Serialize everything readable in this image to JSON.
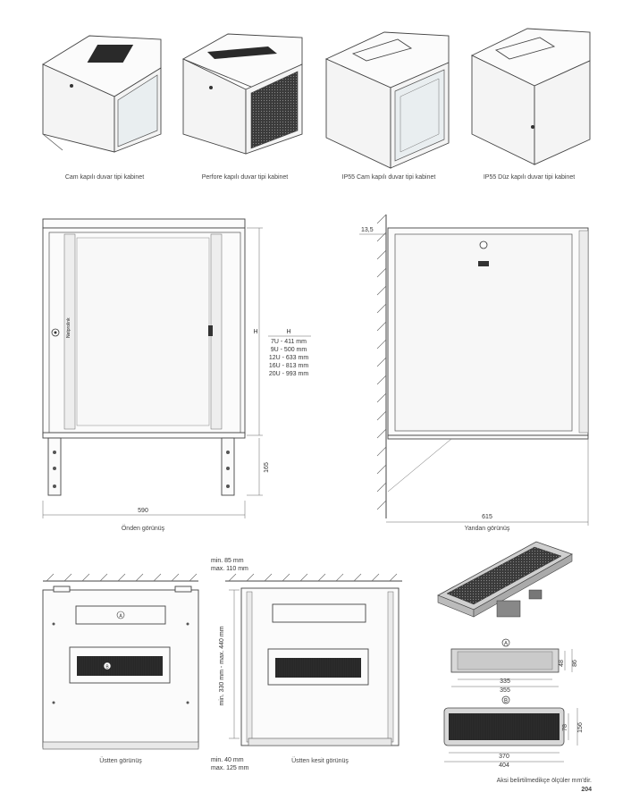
{
  "top_products": [
    {
      "caption": "Cam kapılı duvar tipi kabinet"
    },
    {
      "caption": "Perfore kapılı duvar tipi kabinet"
    },
    {
      "caption": "IP55 Cam kapılı duvar tipi kabinet"
    },
    {
      "caption": "IP55 Düz kapılı duvar tipi kabinet"
    }
  ],
  "front_view": {
    "caption": "Önden görünüş",
    "width_dim": "590",
    "height_label": "H",
    "bracket_dim": "165",
    "brand": "Netprolink",
    "table": {
      "header": "H",
      "rows": [
        "7U - 411 mm",
        "9U - 500 mm",
        "12U - 633 mm",
        "16U - 813 mm",
        "20U - 993 mm"
      ]
    }
  },
  "side_view": {
    "caption": "Yandan görünüş",
    "depth_dim": "615",
    "offset_dim": "13,5"
  },
  "top_view": {
    "caption": "Üstten görünüş",
    "marker_a": "A",
    "marker_b": "B"
  },
  "section_view": {
    "caption": "Üstten kesit görünüş",
    "min_top": "min. 85 mm",
    "max_top": "max. 110 mm",
    "range_vertical": "min. 330 mm - max. 440 mm",
    "min_bottom": "min. 40 mm",
    "max_bottom": "max. 125 mm"
  },
  "details": {
    "a": {
      "marker": "A",
      "inner": "335",
      "outer": "355",
      "h_inner": "48",
      "h_outer": "86"
    },
    "b": {
      "marker": "B",
      "inner": "370",
      "outer": "404",
      "h_inner": "78",
      "h_outer": "156"
    }
  },
  "footnote": "Aksi belirtilmedikçe ölçüler mm'dir.",
  "page_number": "204"
}
